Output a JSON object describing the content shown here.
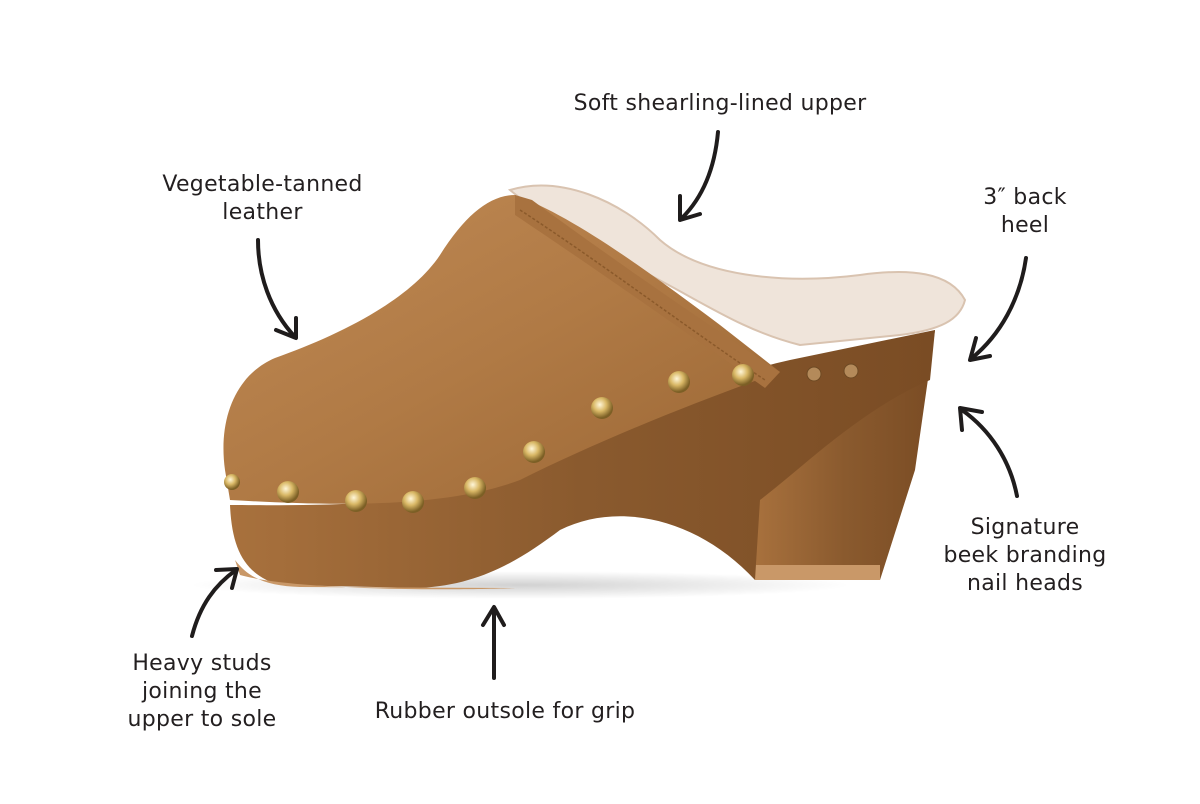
{
  "image": {
    "subject": "Shearling-lined leather clog with wooden heel",
    "background_color": "#ffffff",
    "colors": {
      "leather": "#b07a45",
      "leather_light": "#c89563",
      "wood": "#8a5a2e",
      "wood_light": "#a8713d",
      "shearling": "#efe4da",
      "stud_gold": "#d9b866",
      "outsole": "#c99868",
      "text": "#231f20",
      "arrow": "#1f1c1c"
    }
  },
  "callouts": [
    {
      "id": "shearling",
      "lines": [
        "Soft shearling-lined upper"
      ],
      "arrow_icon": "arrow-down-curved-icon"
    },
    {
      "id": "leather",
      "lines": [
        "Vegetable-tanned",
        "leather"
      ],
      "arrow_icon": "arrow-down-curved-icon"
    },
    {
      "id": "heel",
      "lines": [
        "3″ back",
        "heel"
      ],
      "arrow_icon": "arrow-down-left-curved-icon"
    },
    {
      "id": "branding",
      "lines": [
        "Signature",
        "beek branding",
        "nail heads"
      ],
      "arrow_icon": "arrow-up-left-curved-icon"
    },
    {
      "id": "studs",
      "lines": [
        "Heavy studs",
        "joining the",
        "upper to sole"
      ],
      "arrow_icon": "arrow-up-right-curved-icon"
    },
    {
      "id": "outsole",
      "lines": [
        "Rubber outsole for grip"
      ],
      "arrow_icon": "arrow-up-icon"
    }
  ]
}
